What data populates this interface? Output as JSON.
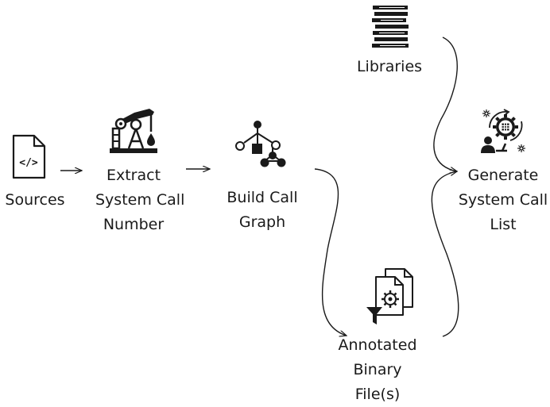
{
  "nodes": {
    "sources": {
      "label": "Sources",
      "icon": "code-file-icon"
    },
    "extract": {
      "line1": "Extract",
      "line2": "System Call",
      "line3": "Number",
      "icon": "oil-pump-icon"
    },
    "build": {
      "line1": "Build Call",
      "line2": "Graph",
      "icon": "graph-tree-icon"
    },
    "libraries": {
      "label": "Libraries",
      "icon": "book-stack-icon"
    },
    "annotated": {
      "line1": "Annotated",
      "line2": "Binary",
      "line3": "File(s)",
      "icon": "filtered-documents-gear-icon"
    },
    "generate": {
      "line1": "Generate",
      "line2": "System Call",
      "line3": "List",
      "icon": "user-gear-process-icon"
    }
  },
  "colors": {
    "ink": "#1a1a1a",
    "background": "#ffffff"
  }
}
